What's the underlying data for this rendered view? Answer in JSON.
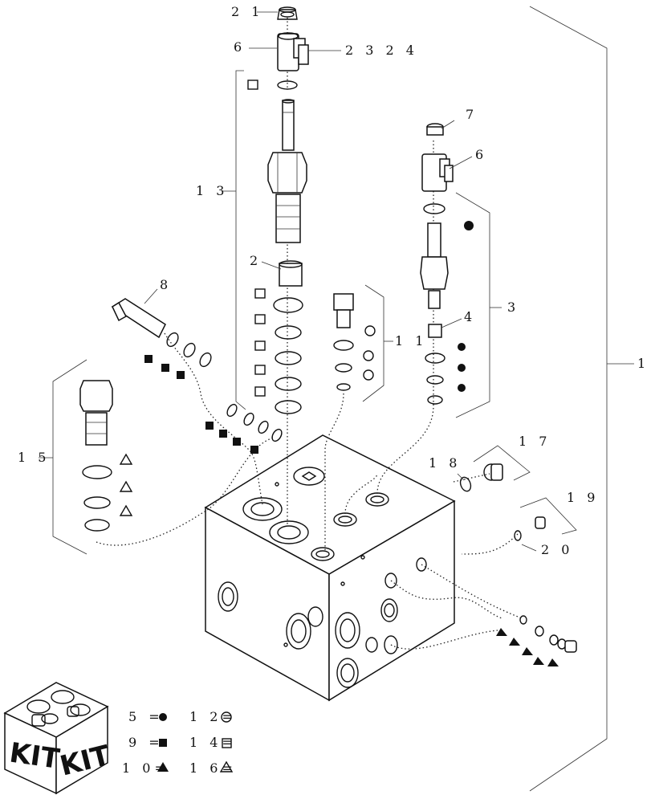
{
  "callouts": {
    "c21": "2 1",
    "c6a": "6",
    "c2324": "2 3 2 4",
    "c13": "1 3",
    "c2": "2",
    "c8": "8",
    "c7": "7",
    "c6b": "6",
    "c3": "3",
    "c4": "4",
    "c11": "1 1",
    "c1": "1",
    "c15": "1 5",
    "c17": "1 7",
    "c18": "1 8",
    "c19": "1 9",
    "c20": "2 0"
  },
  "legend": {
    "row1_left": "5 =",
    "row1_right": "1 2=",
    "row2_left": "9 =",
    "row2_right": "1 4=",
    "row3_left": "1 0=",
    "row3_right": "1 6="
  },
  "kit": {
    "label_left": "KIT",
    "label_right": "KIT"
  }
}
